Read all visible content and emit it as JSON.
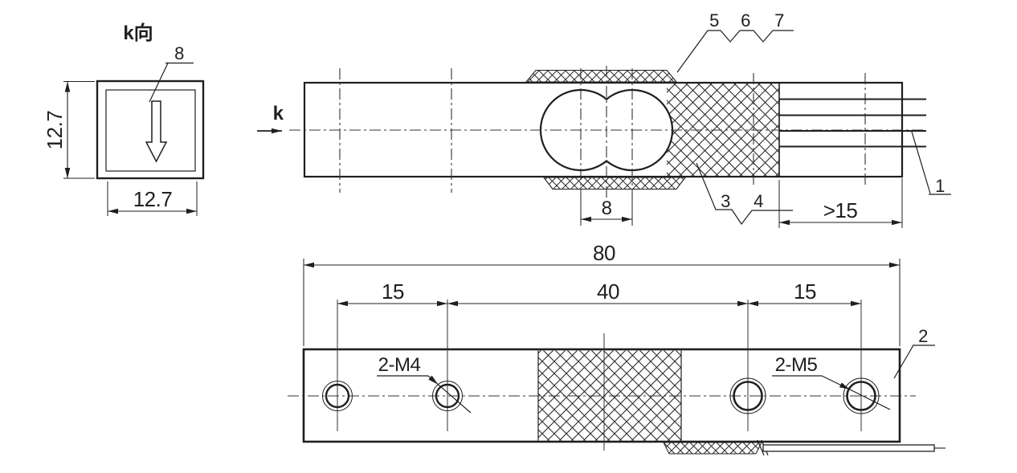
{
  "colors": {
    "background": "#ffffff",
    "line": "#1f1f1f"
  },
  "k_view": {
    "title": "k向",
    "callout_8": "8",
    "dim_height": "12.7",
    "dim_width": "12.7"
  },
  "side_view": {
    "direction_label": "k",
    "callout_1": "1",
    "callout_3": "3",
    "callout_4": "4",
    "callout_5": "5",
    "callout_6": "6",
    "callout_7": "7",
    "dim_center_gap": "8",
    "dim_wire_length": ">15"
  },
  "bottom_view": {
    "dim_overall": "80",
    "dim_left_span": "15",
    "dim_mid_span": "40",
    "dim_right_span": "15",
    "thread_label_left": "2-M4",
    "thread_label_right": "2-M5",
    "callout_2": "2"
  }
}
